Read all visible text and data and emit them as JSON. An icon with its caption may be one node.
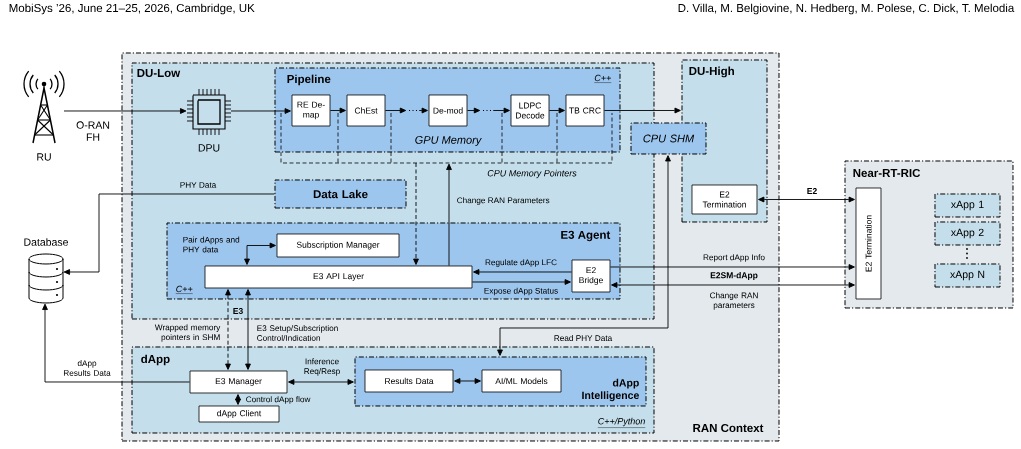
{
  "diagram": {
    "nodes": [
      {
        "text": [
          "RAN Context"
        ]
      },
      {
        "text": [
          "DU-Low"
        ],
        "in": 0
      },
      {
        "text": [
          "Pipeline",
          "C++"
        ],
        "in": 1
      },
      {
        "text": [
          "RE De-map"
        ],
        "in": 2
      },
      {
        "text": [
          "ChEst"
        ],
        "in": 2
      },
      {
        "text": [
          "De-mod"
        ],
        "in": 2
      },
      {
        "text": [
          "LDPC Decode"
        ],
        "in": 2
      },
      {
        "text": [
          "TB CRC"
        ],
        "in": 2
      },
      {
        "text": [
          "GPU Memory",
          "CPU Memory Pointers"
        ],
        "in": 1
      },
      {
        "text": [
          "DPU"
        ],
        "in": 1
      },
      {
        "text": [
          "RU"
        ]
      },
      {
        "text": [
          "Data Lake"
        ],
        "in": 1
      },
      {
        "text": [
          "E3 Agent",
          "C++"
        ],
        "in": 1
      },
      {
        "text": [
          "Subscription Manager"
        ],
        "in": 12
      },
      {
        "text": [
          "E3 API Layer"
        ],
        "in": 12
      },
      {
        "text": [
          "E2 Bridge"
        ],
        "in": 12
      },
      {
        "text": [
          "CPU SHM"
        ],
        "in": 0
      },
      {
        "text": [
          "DU-High"
        ],
        "in": 0
      },
      {
        "text": [
          "E2 Termination"
        ],
        "in": 17
      },
      {
        "text": [
          "Database"
        ]
      },
      {
        "text": [
          "dApp",
          "C++/Python"
        ],
        "in": 0
      },
      {
        "text": [
          "E3 Manager"
        ],
        "in": 20
      },
      {
        "text": [
          "dApp Client"
        ],
        "in": 20
      },
      {
        "text": [
          "dApp Intelligence"
        ],
        "in": 20
      },
      {
        "text": [
          "Results Data"
        ],
        "in": 23
      },
      {
        "text": [
          "AI/ML Models"
        ],
        "in": 23
      },
      {
        "text": [
          "Near-RT-RIC"
        ]
      },
      {
        "text": [
          "E2 Termination"
        ],
        "in": 26
      },
      {
        "text": [
          "xApp 1"
        ],
        "in": 26
      },
      {
        "text": [
          "xApp 2"
        ],
        "in": 26
      },
      {
        "text": [
          "xApp N"
        ],
        "in": 26
      },
      {
        "text": [
          "…"
        ],
        "in": 2
      },
      {
        "text": [
          "…"
        ],
        "in": 2
      }
    ],
    "edges": [
      {
        "from": 10,
        "to": 9,
        "arrow": "to",
        "label": "O-RAN FH"
      },
      {
        "from": 9,
        "to": 3,
        "arrow": "to"
      },
      {
        "from": 3,
        "to": 4,
        "arrow": "to"
      },
      {
        "from": 4,
        "to": 31,
        "arrow": "to"
      },
      {
        "from": 31,
        "to": 5,
        "arrow": "to"
      },
      {
        "from": 5,
        "to": 32,
        "arrow": "to"
      },
      {
        "from": 32,
        "to": 6,
        "arrow": "to"
      },
      {
        "from": 6,
        "to": 7,
        "arrow": "to"
      },
      {
        "from": 7,
        "to": 17,
        "arrow": "to"
      },
      {
        "from": 11,
        "to": 19,
        "arrow": "to",
        "label": "PHY Data"
      },
      {
        "from": 14,
        "to": 8,
        "arrow": "to",
        "label": "Change RAN Parameters"
      },
      {
        "from": 8,
        "to": 14,
        "arrow": "to",
        "style": "dashed"
      },
      {
        "from": 14,
        "to": 13,
        "arrow": "both",
        "label": "Pair dApps and PHY data"
      },
      {
        "from": 15,
        "to": 14,
        "arrow": "to",
        "label": "Regulate dApp LFC"
      },
      {
        "from": 14,
        "to": 15,
        "arrow": "to",
        "label": "Expose dApp Status"
      },
      {
        "from": 18,
        "to": 27,
        "arrow": "both",
        "label": "E2"
      },
      {
        "from": 15,
        "to": 27,
        "arrow": "to",
        "label": "Report dApp Info"
      },
      {
        "from": 27,
        "to": 15,
        "arrow": "both",
        "label": "Change RAN parameters"
      },
      {
        "from": 16,
        "to": 23,
        "arrow": "both",
        "label": "Read PHY Data"
      },
      {
        "from": 14,
        "to": 21,
        "arrow": "both",
        "style": "dashed",
        "label": "Wrapped memory pointers in SHM"
      },
      {
        "from": 14,
        "to": 21,
        "arrow": "both",
        "label": "E3 Setup/Subscription Control/Indication"
      },
      {
        "from": 21,
        "to": 23,
        "arrow": "both",
        "label": "Inference Req/Resp"
      },
      {
        "from": 21,
        "to": 22,
        "arrow": "both",
        "label": "Control dApp flow"
      },
      {
        "from": 21,
        "to": 19,
        "arrow": "to",
        "label": "dApp Results Data"
      },
      {
        "from": 24,
        "to": 25,
        "arrow": "both"
      }
    ],
    "labels": [
      "MobiSys ’26, June 21–25, 2026, Cambridge, UK",
      "D. Villa, M. Belgiovine, N. Hedberg, M. Polese, C. Dick, T. Melodia",
      "E3",
      "E2SM-dApp"
    ]
  }
}
